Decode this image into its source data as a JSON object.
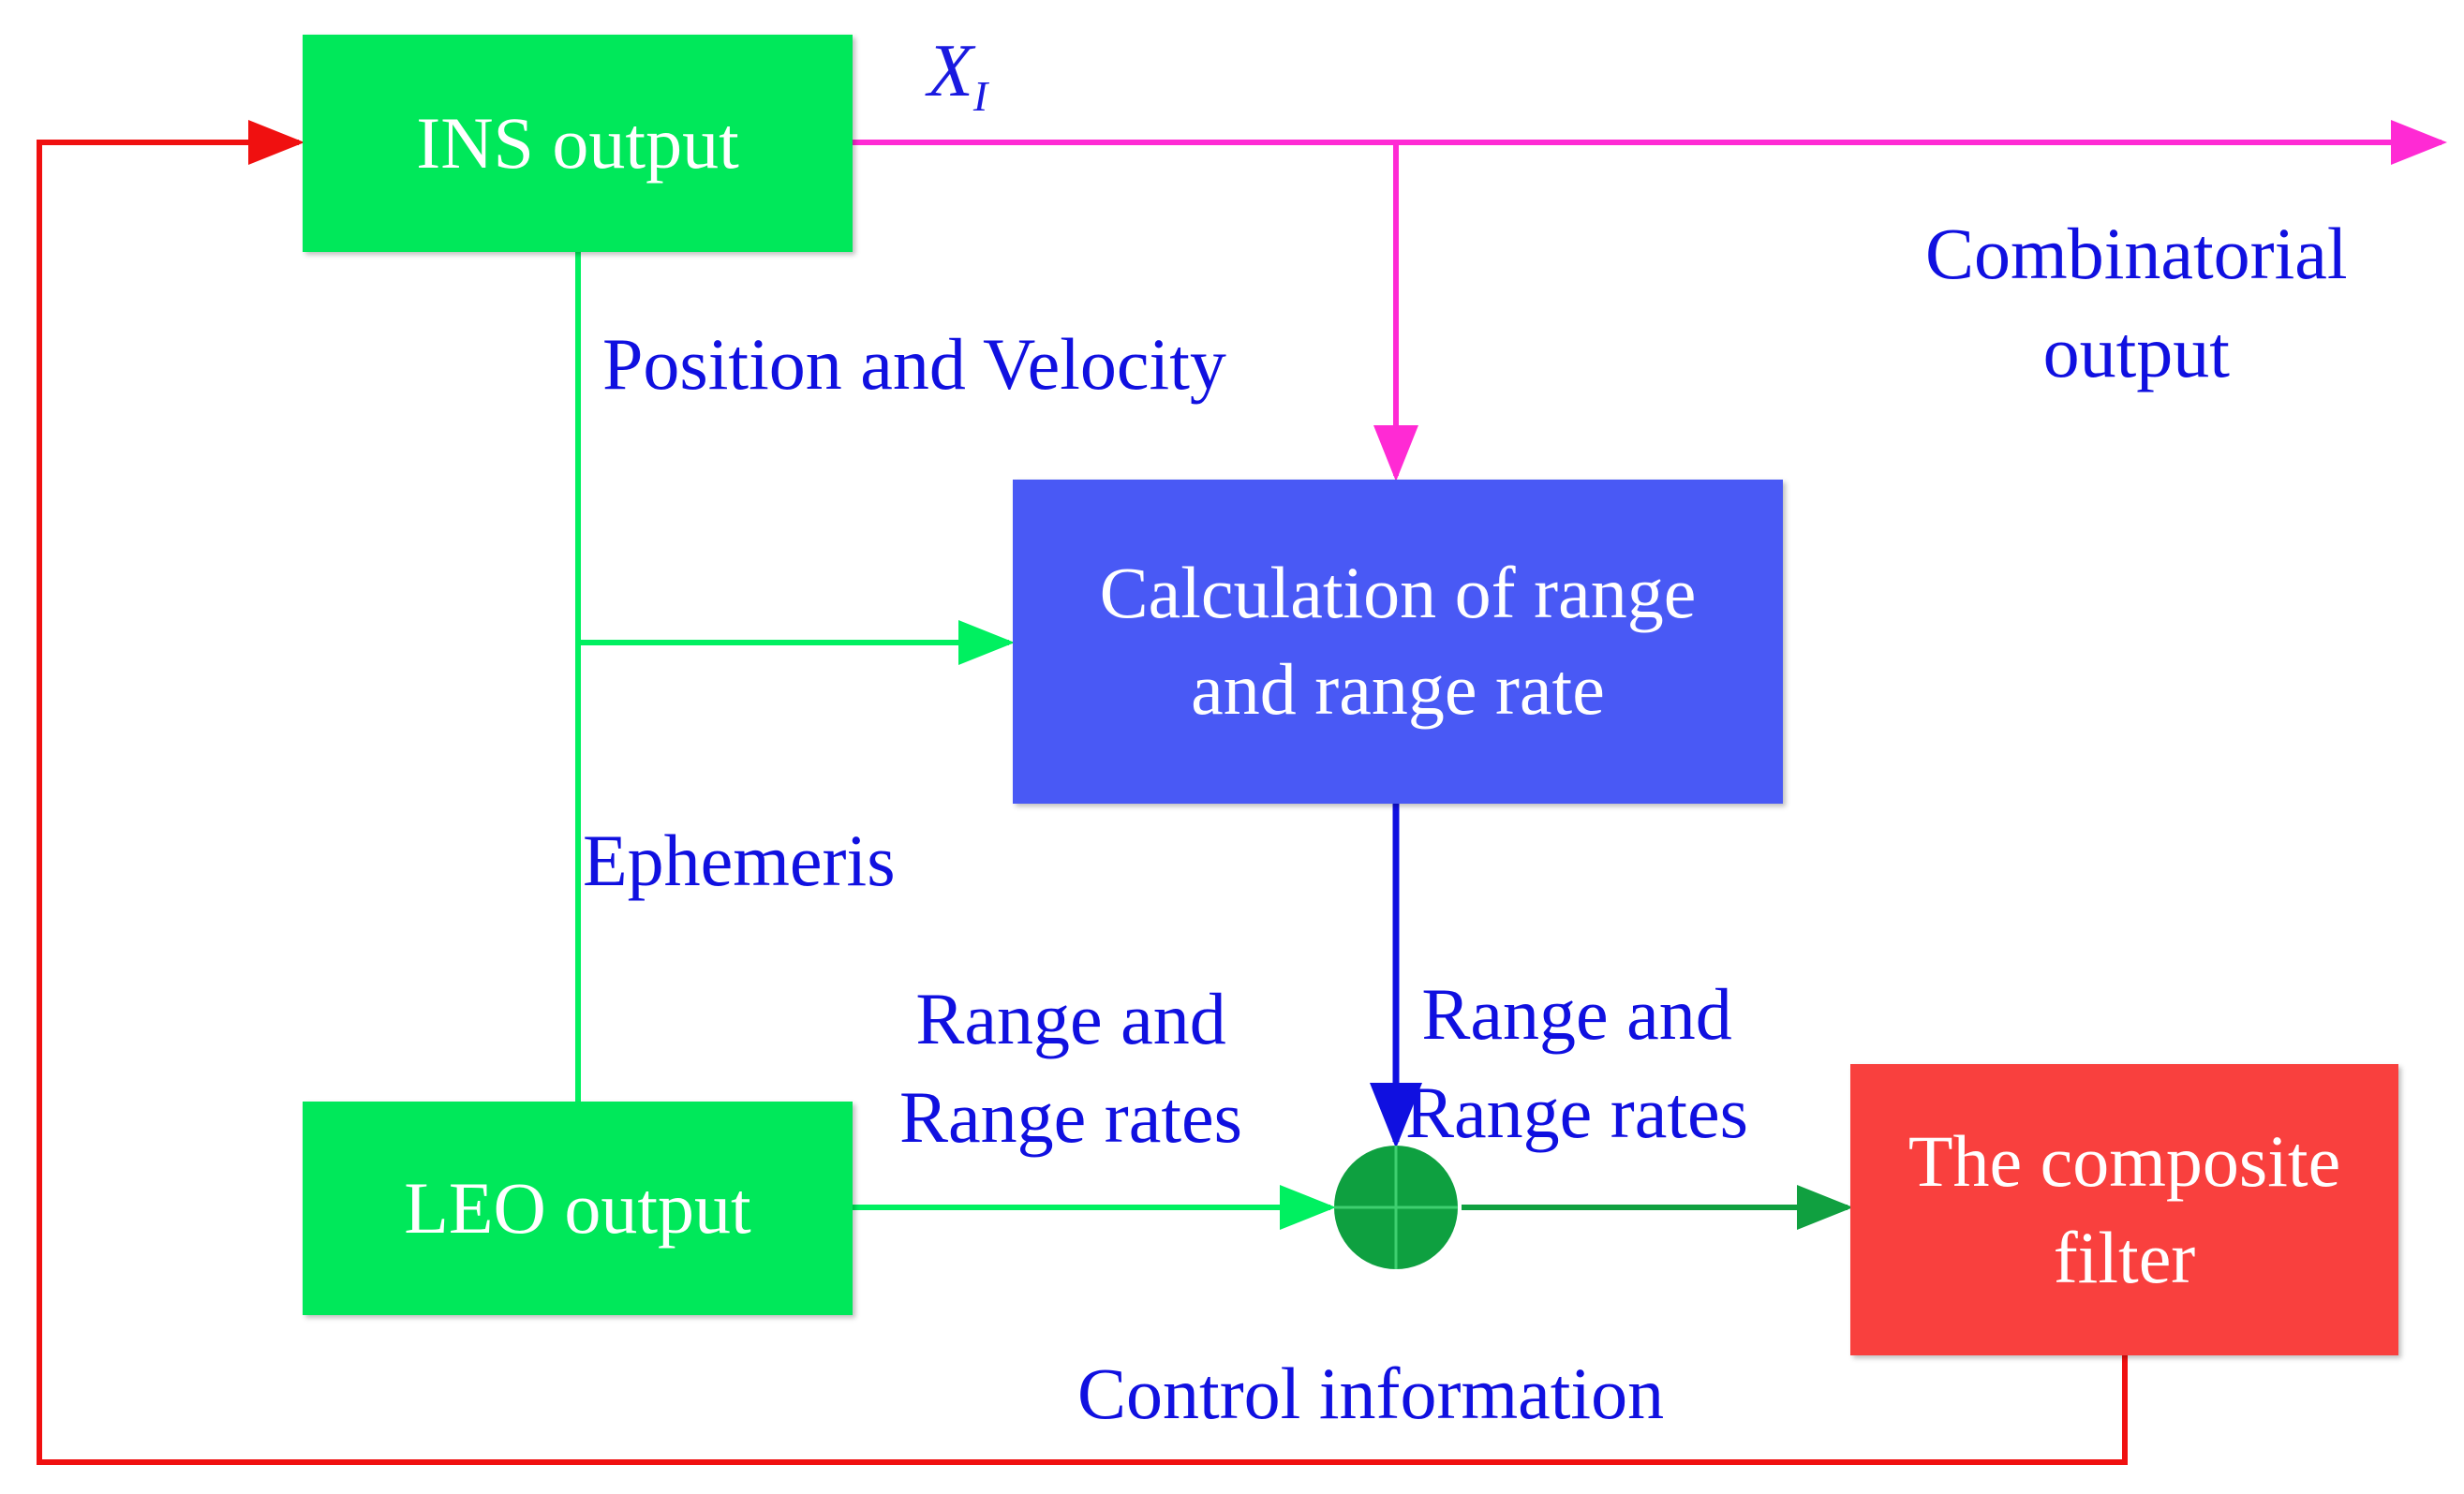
{
  "diagram": {
    "nodes": {
      "ins_output": "INS output",
      "calculation": [
        "Calculation of range",
        "and range rate"
      ],
      "leo_output": "LEO output",
      "composite_filter": [
        "The composite",
        "filter"
      ]
    },
    "labels": {
      "x_symbol": "X",
      "x_subscript": "I",
      "combinatorial_output": [
        "Combinatorial",
        "output"
      ],
      "position_velocity": "Position and Velocity",
      "ephemeris": "Ephemeris",
      "range_rates_leo": [
        "Range and",
        "Range rates"
      ],
      "range_rates_calc": [
        "Range and",
        "Range rates"
      ],
      "control_information": "Control information"
    },
    "edges": [
      {
        "from": "INS output",
        "to": "Combinatorial output",
        "color": "#ff2ad4"
      },
      {
        "from": "INS output",
        "to": "Calculation of range and range rate",
        "color": "#ff2ad4"
      },
      {
        "from": "INS output",
        "to": "Calculation of range and range rate",
        "color": "#00f060"
      },
      {
        "from": "LEO output",
        "to": "summing-junction",
        "color": "#00f060"
      },
      {
        "from": "Calculation of range and range rate",
        "to": "summing-junction",
        "color": "#1010e0"
      },
      {
        "from": "summing-junction",
        "to": "The composite filter",
        "color": "#10a040"
      },
      {
        "from": "The composite filter",
        "to": "INS output",
        "color": "#f01010"
      }
    ],
    "colors": {
      "green_box": "#00e85a",
      "blue_box": "#4959f5",
      "red_box": "#f9403e",
      "magenta_line": "#ff2ad4",
      "green_line": "#00f060",
      "blue_line": "#1010e0",
      "dark_green": "#10a040",
      "red_line": "#f01010",
      "label_text": "#1010e0"
    }
  }
}
